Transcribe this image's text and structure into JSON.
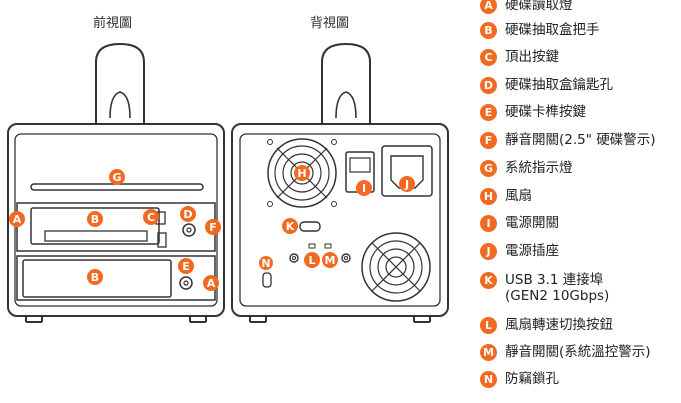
{
  "views": {
    "front": "前視圖",
    "back": "背視圖"
  },
  "legend": [
    {
      "key": "A",
      "text": "硬碟讀取燈"
    },
    {
      "key": "B",
      "text": "硬碟抽取盒把手"
    },
    {
      "key": "C",
      "text": "頂出按鍵"
    },
    {
      "key": "D",
      "text": "硬碟抽取盒鑰匙孔"
    },
    {
      "key": "E",
      "text": "硬碟卡榫按鍵"
    },
    {
      "key": "F",
      "text": "靜音開關(2.5\" 硬碟警示)"
    },
    {
      "key": "G",
      "text": "系統指示燈"
    },
    {
      "key": "H",
      "text": "風扇"
    },
    {
      "key": "I",
      "text": "電源開關"
    },
    {
      "key": "J",
      "text": "電源插座"
    },
    {
      "key": "K",
      "text": "USB 3.1 連接埠\n(GEN2 10Gbps)"
    },
    {
      "key": "L",
      "text": "風扇轉速切換按鈕"
    },
    {
      "key": "M",
      "text": "靜音開關(系統溫控警示)"
    },
    {
      "key": "N",
      "text": "防竊鎖孔"
    }
  ],
  "markers": {
    "A": "A",
    "B": "B",
    "C": "C",
    "D": "D",
    "E": "E",
    "F": "F",
    "G": "G",
    "H": "H",
    "I": "I",
    "J": "J",
    "K": "K",
    "L": "L",
    "M": "M",
    "N": "N"
  },
  "colors": {
    "accent": "#f26a21",
    "line": "#333333",
    "text": "#222222"
  }
}
